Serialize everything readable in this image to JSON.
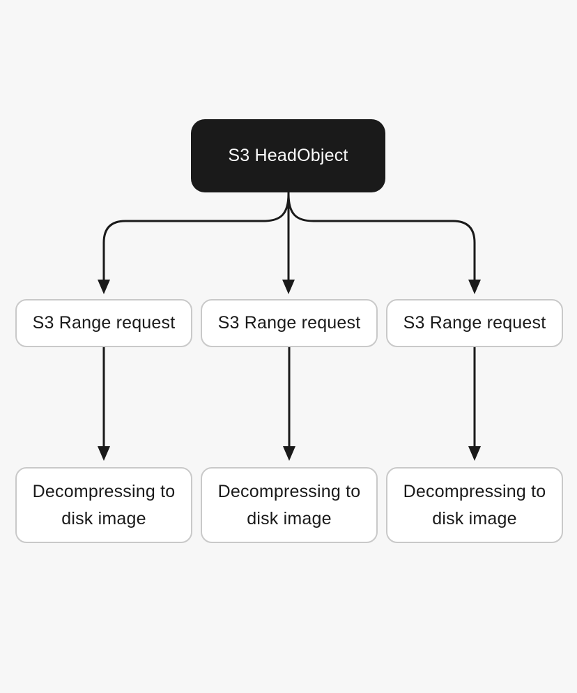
{
  "diagram": {
    "kind": "flowchart",
    "nodes": {
      "root": {
        "label": "S3 HeadObject",
        "style": "dark"
      },
      "range_requests": [
        {
          "label": "S3 Range request"
        },
        {
          "label": "S3 Range request"
        },
        {
          "label": "S3 Range request"
        }
      ],
      "decompress": [
        {
          "label": "Decompressing to disk image"
        },
        {
          "label": "Decompressing to disk image"
        },
        {
          "label": "Decompressing to disk image"
        }
      ]
    },
    "edges": [
      {
        "from": "root",
        "to": "range-request-1"
      },
      {
        "from": "root",
        "to": "range-request-2"
      },
      {
        "from": "root",
        "to": "range-request-3"
      },
      {
        "from": "range-request-1",
        "to": "decompress-1"
      },
      {
        "from": "range-request-2",
        "to": "decompress-2"
      },
      {
        "from": "range-request-3",
        "to": "decompress-3"
      }
    ]
  },
  "colors": {
    "background": "#f7f7f7",
    "node-dark-bg": "#1a1a1a",
    "node-dark-text": "#fafafa",
    "node-light-bg": "#ffffff",
    "node-light-border": "#c9c9c9",
    "node-light-text": "#1a1a1a",
    "connector": "#1a1a1a"
  }
}
